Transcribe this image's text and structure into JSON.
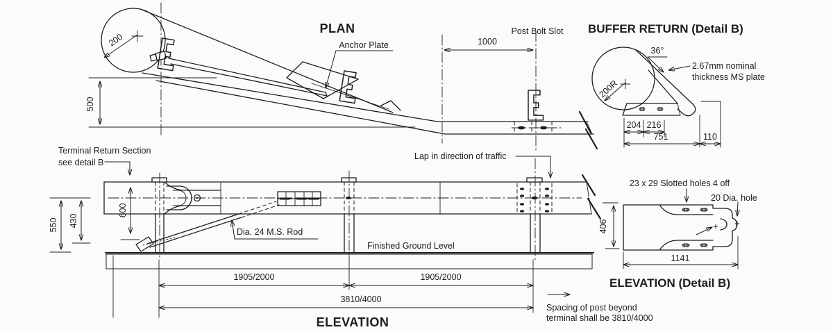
{
  "drawing": {
    "colors": {
      "ink": "#1d1d1e",
      "paper": "#fbfbfa"
    },
    "plan": {
      "title": "PLAN",
      "anchor_plate_label": "Anchor Plate",
      "post_bolt_slot_label": "Post Bolt Slot",
      "dim_radius": "200",
      "dim_offset": "500",
      "dim_spacing": "1000"
    },
    "buffer_return": {
      "title": "BUFFER RETURN (Detail B)",
      "dim_angle": "36°",
      "plate_note_line1": "2.67mm nominal",
      "plate_note_line2": "thickness MS plate",
      "dim_radius": "200R",
      "dim_204": "204",
      "dim_216": "216",
      "dim_751": "751",
      "dim_110": "110"
    },
    "elevation": {
      "title": "ELEVATION",
      "terminal_label_line1": "Terminal Return Section",
      "terminal_label_line2": "see detail B",
      "lap_label": "Lap in direction of traffic",
      "rod_label": "Dia. 24 M.S. Rod",
      "ground_label": "Finished Ground Level",
      "dim_550": "550",
      "dim_430": "430",
      "dim_600": "600",
      "dim_span_left": "1905/2000",
      "dim_span_right": "1905/2000",
      "dim_span_total": "3810/4000",
      "spacing_note_line1": "Spacing of post beyond",
      "spacing_note_line2": "terminal shall be 3810/4000"
    },
    "detail_b": {
      "title": "ELEVATION (Detail B)",
      "slotted_holes_label": "23 x 29 Slotted holes 4 off",
      "hole_label": "20 Dia. hole",
      "dim_406": "406",
      "dim_1141": "1141"
    }
  }
}
